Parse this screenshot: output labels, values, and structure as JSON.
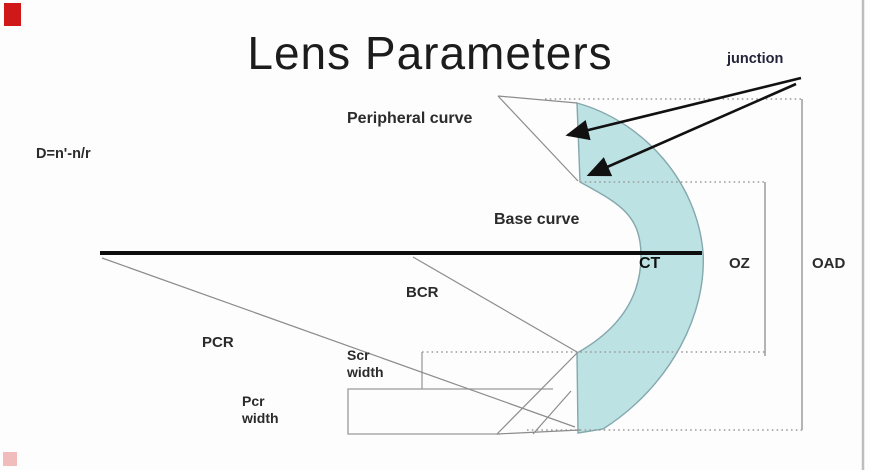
{
  "slide": {
    "title": "Lens Parameters",
    "formula": "D=n'-n/r"
  },
  "labels": {
    "junction": "junction",
    "peripheral_curve": "Peripheral curve",
    "base_curve": "Base curve",
    "ct": "CT",
    "oz": "OZ",
    "oad": "OAD",
    "bcr": "BCR",
    "pcr": "PCR",
    "scr_width_line1": "Scr",
    "scr_width_line2": "width",
    "pcr_width_line1": "Pcr",
    "pcr_width_line2": "width"
  },
  "colors": {
    "lens_fill": "#bde2e4",
    "lens_stroke": "#84a8ad",
    "construction_line": "#8c8c8c",
    "dotted_line": "#9c9c9c",
    "axis": "#0d0d0d",
    "arrow": "#111111",
    "text": "#2b2b2b",
    "slide_border": "#bdbdbd",
    "corner_marker_red": "#d01818",
    "corner_marker_pink": "#f0bcbc"
  }
}
